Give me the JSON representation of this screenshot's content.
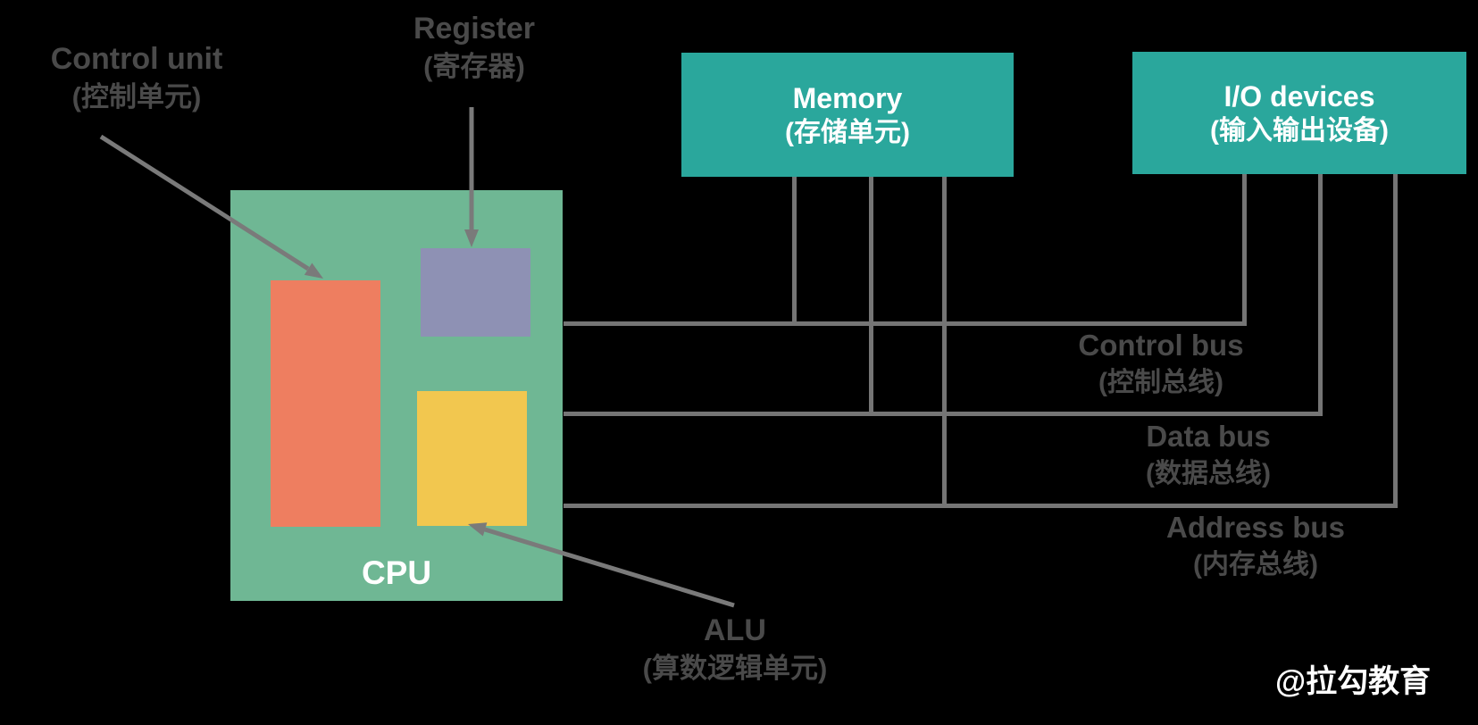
{
  "annotations": {
    "control_unit": {
      "en": "Control unit",
      "zh": "(控制单元)"
    },
    "register": {
      "en": "Register",
      "zh": "(寄存器)"
    },
    "alu": {
      "en": "ALU",
      "zh": "(算数逻辑单元)"
    }
  },
  "nodes": {
    "cpu": {
      "label": "CPU"
    },
    "memory": {
      "en": "Memory",
      "zh": "(存储单元)"
    },
    "io": {
      "en": "I/O devices",
      "zh": "(输入输出设备)"
    }
  },
  "buses": {
    "control": {
      "en": "Control bus",
      "zh": "(控制总线)"
    },
    "data": {
      "en": "Data bus",
      "zh": "(数据总线)"
    },
    "address": {
      "en": "Address bus",
      "zh": "(内存总线)"
    }
  },
  "watermark": "@拉勾教育",
  "colors": {
    "background": "#000000",
    "node_teal": "#2aa79c",
    "cpu_green": "#6fb794",
    "control_unit_orange": "#ee7e60",
    "register_purple": "#8e91b4",
    "alu_yellow": "#f2c74f",
    "bus_line_gray": "#757575",
    "arrow_gray": "#7a7a7a",
    "label_gray": "#4a4a4a",
    "box_text_white": "#ffffff"
  }
}
